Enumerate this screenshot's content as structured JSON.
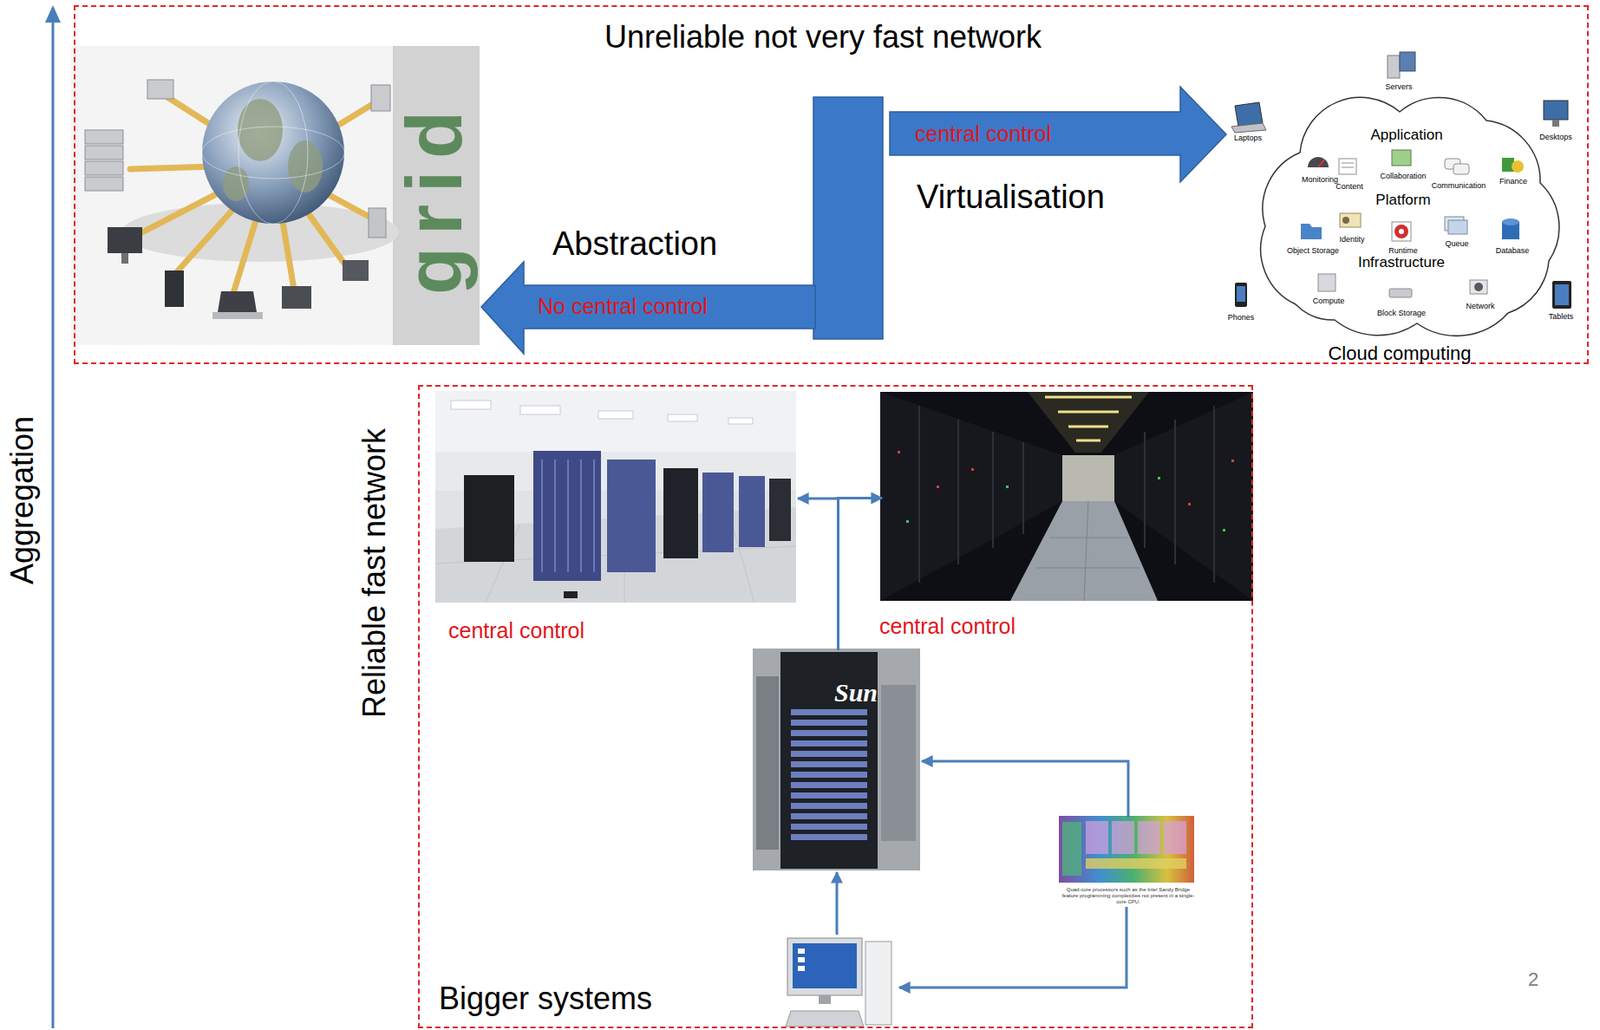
{
  "diagram": {
    "nodes": [
      {
        "text": [
          "Unreliable not very fast network"
        ]
      },
      {
        "text": [
          "grid"
        ],
        "in": 0
      },
      {
        "text": [
          "central control",
          "Virtualisation"
        ],
        "in": 0
      },
      {
        "text": [
          "Application",
          "Monitoring",
          "Content",
          "Collaboration",
          "Communication",
          "Finance",
          "Platform",
          "Object Storage",
          "Identity",
          "Runtime",
          "Queue",
          "Database",
          "Infrastructure",
          "Compute",
          "Block Storage",
          "Network",
          "Cloud computing"
        ],
        "in": 0
      },
      {
        "text": [
          "Abstraction",
          "No central control"
        ],
        "in": 0
      },
      {
        "text": [
          "Reliable fast network",
          "Bigger systems"
        ]
      },
      {
        "text": [
          "central control"
        ],
        "in": 5
      },
      {
        "text": [
          "central control"
        ],
        "in": 5
      },
      {
        "text": [
          "Sun"
        ],
        "in": 5
      },
      {
        "text": [
          "Quad-core processors such as the Intel Sandy Bridge feature programming complexities not present in a single-core CPU."
        ],
        "in": 5
      }
    ],
    "edges": [
      {
        "from": 8,
        "to": 6,
        "arrow": "to"
      },
      {
        "from": 8,
        "to": 7,
        "arrow": "to"
      },
      {
        "from": 9,
        "to": 8,
        "arrow": "to"
      }
    ],
    "labels": [
      "Aggregation",
      "Servers",
      "Laptops",
      "Desktops",
      "Phones",
      "Tablets",
      "2"
    ]
  }
}
